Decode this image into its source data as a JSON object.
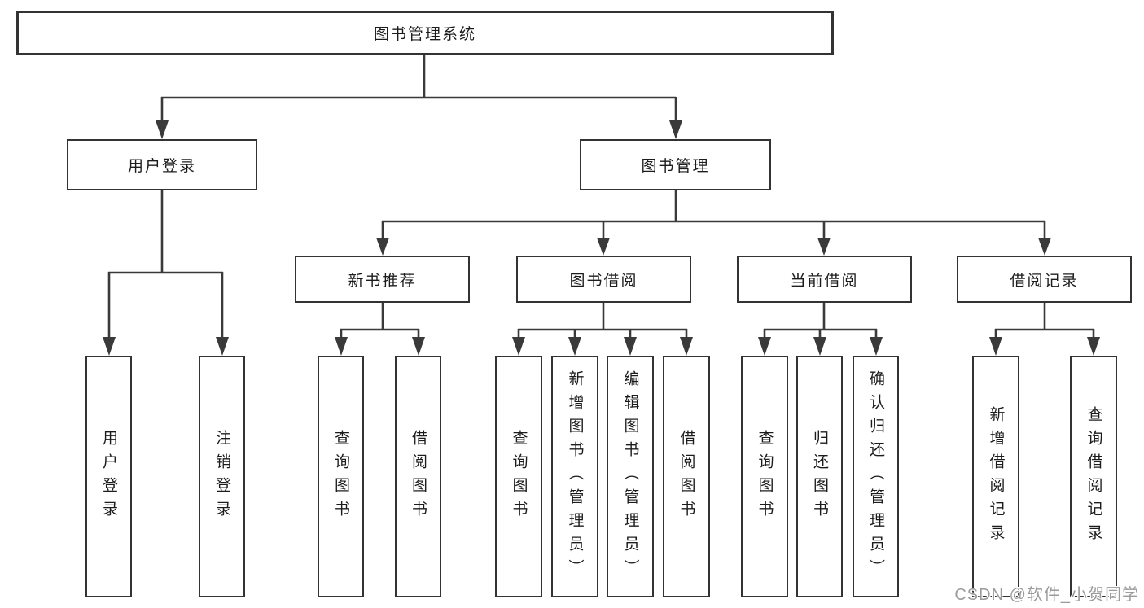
{
  "diagram": {
    "nodes": {
      "root": {
        "label": "图书管理系统"
      },
      "userLogin": {
        "label": "用户登录"
      },
      "bookMgmt": {
        "label": "图书管理"
      },
      "newBookRec": {
        "label": "新书推荐"
      },
      "bookBorrow": {
        "label": "图书借阅"
      },
      "currentBorrow": {
        "label": "当前借阅"
      },
      "borrowRecord": {
        "label": "借阅记录"
      },
      "leafUserLogin": {
        "label": "用户登录"
      },
      "leafLogout": {
        "label": "注销登录"
      },
      "leafRecQuery": {
        "label": "查询图书"
      },
      "leafRecBorrow": {
        "label": "借阅图书"
      },
      "leafBbQuery": {
        "label": "查询图书"
      },
      "leafBbAdd": {
        "label": "新增图书（管理员）"
      },
      "leafBbEdit": {
        "label": "编辑图书（管理员）"
      },
      "leafBbBorrow": {
        "label": "借阅图书"
      },
      "leafCbQuery": {
        "label": "查询图书"
      },
      "leafCbReturn": {
        "label": "归还图书"
      },
      "leafCbConfirm": {
        "label": "确认归还（管理员）"
      },
      "leafBrAdd": {
        "label": "新增借阅记录"
      },
      "leafBrQuery": {
        "label": "查询借阅记录"
      }
    },
    "edges": [
      [
        "root",
        "userLogin"
      ],
      [
        "root",
        "bookMgmt"
      ],
      [
        "userLogin",
        "leafUserLogin"
      ],
      [
        "userLogin",
        "leafLogout"
      ],
      [
        "bookMgmt",
        "newBookRec"
      ],
      [
        "bookMgmt",
        "bookBorrow"
      ],
      [
        "bookMgmt",
        "currentBorrow"
      ],
      [
        "bookMgmt",
        "borrowRecord"
      ],
      [
        "newBookRec",
        "leafRecQuery"
      ],
      [
        "newBookRec",
        "leafRecBorrow"
      ],
      [
        "bookBorrow",
        "leafBbQuery"
      ],
      [
        "bookBorrow",
        "leafBbAdd"
      ],
      [
        "bookBorrow",
        "leafBbEdit"
      ],
      [
        "bookBorrow",
        "leafBbBorrow"
      ],
      [
        "currentBorrow",
        "leafCbQuery"
      ],
      [
        "currentBorrow",
        "leafCbReturn"
      ],
      [
        "currentBorrow",
        "leafCbConfirm"
      ],
      [
        "borrowRecord",
        "leafBrAdd"
      ],
      [
        "borrowRecord",
        "leafBrQuery"
      ]
    ],
    "colors": {
      "background": "#ffffff",
      "line": "#3a3a3a",
      "box_border": "#333333",
      "text": "#1c1c1c",
      "watermark": "#9b9b9b"
    },
    "watermark": "CSDN @软件_小贺同学"
  }
}
